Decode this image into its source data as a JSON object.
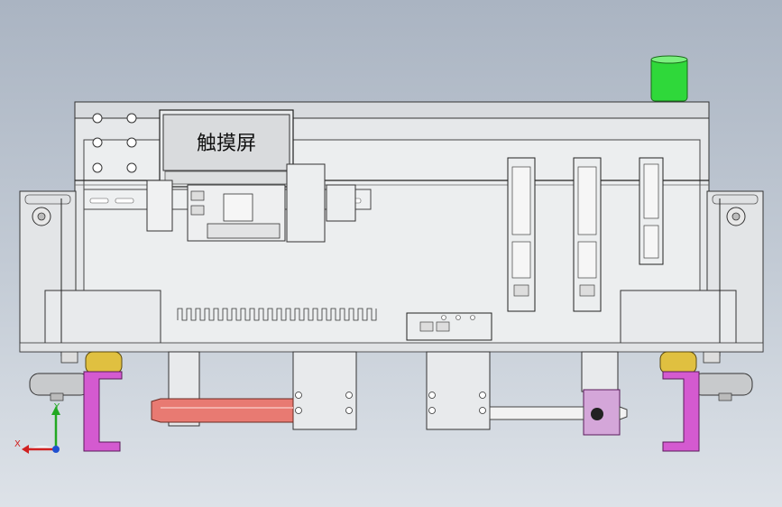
{
  "title": "",
  "touchscreen": {
    "label": "触摸屏"
  },
  "axis_triad": {
    "x_label": "X",
    "y_label": "Y"
  },
  "colors": {
    "background_top": "#aab4c2",
    "background_bottom": "#dde2e8",
    "green_button": "#2fd83a",
    "red_rod": "#e87a72",
    "magenta_rail": "#d45ad0",
    "yellow_roller": "#e0c040",
    "frame_grey": "#e6e8ea"
  }
}
